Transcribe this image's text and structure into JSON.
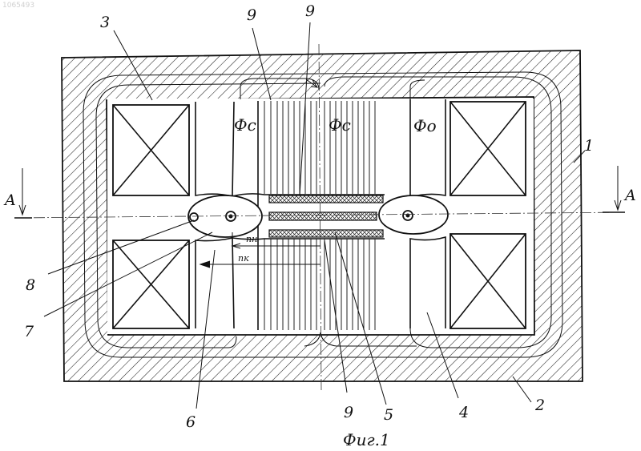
{
  "watermark": "1065493",
  "figure": {
    "caption": "Фиг.1",
    "section_mark": "A"
  },
  "labels": {
    "n1": "1",
    "n2": "2",
    "n3": "3",
    "n4": "4",
    "n5": "5",
    "n6": "6",
    "n7": "7",
    "n8": "8",
    "n9": "9",
    "flux_c": "Фс",
    "flux_o": "Фо",
    "p_n": "nн",
    "p_k": "nк"
  }
}
